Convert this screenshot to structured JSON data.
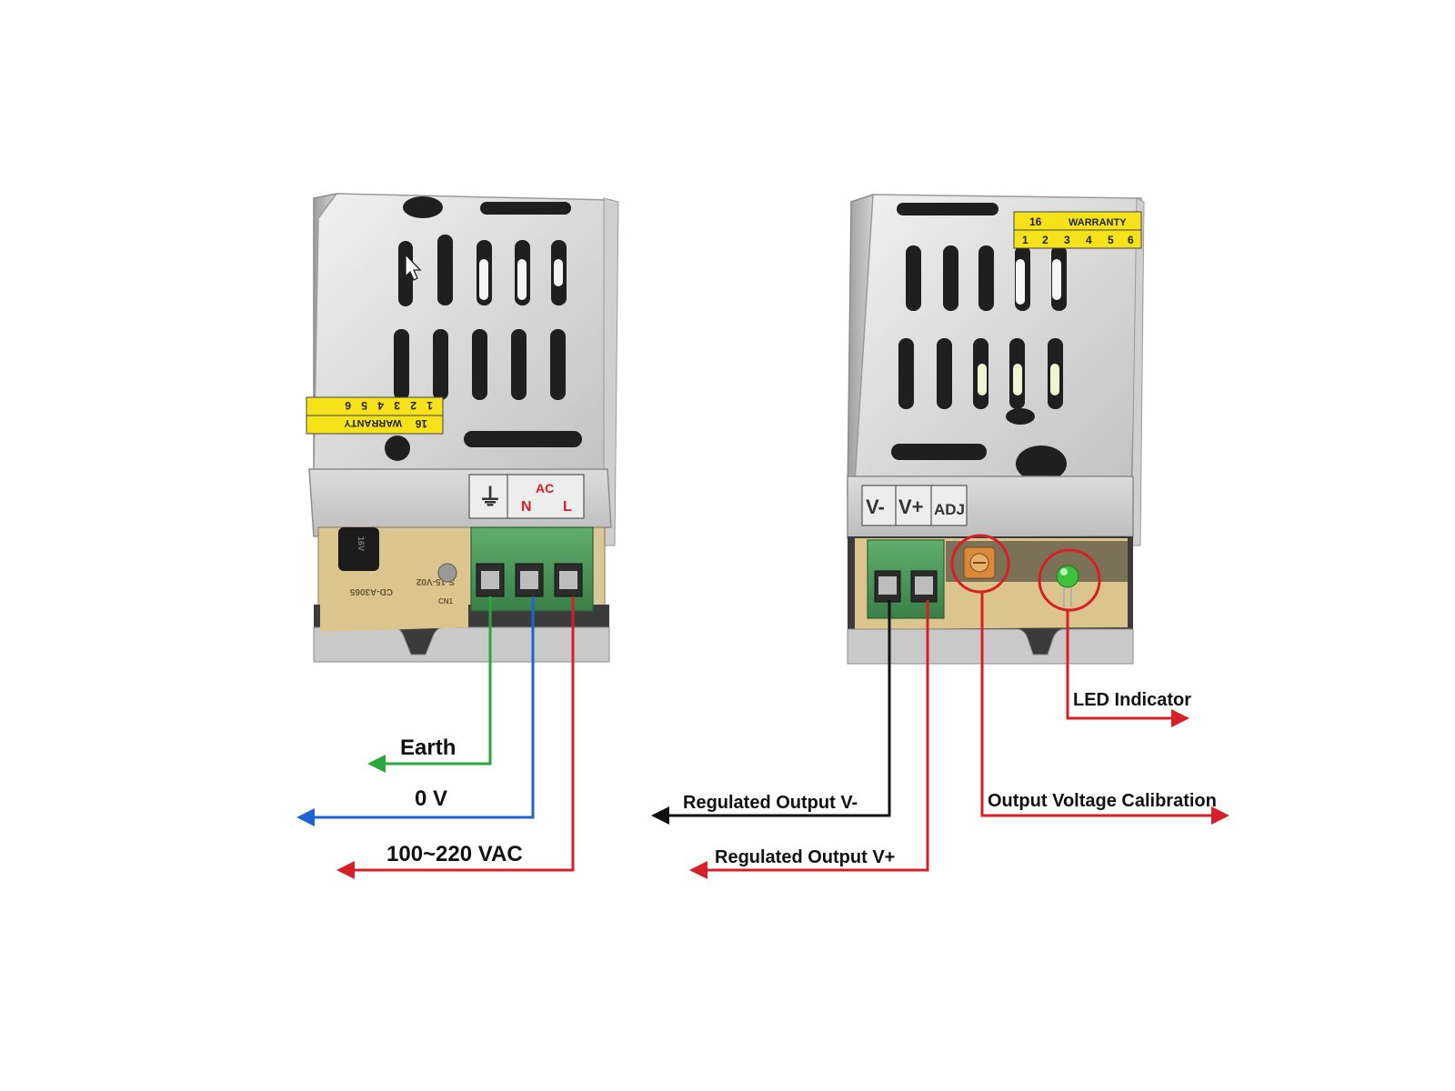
{
  "colors": {
    "earth": "#2aa63a",
    "neutral": "#1f63d6",
    "line": "#d61f26",
    "negative": "#111111",
    "positive": "#d61f26",
    "label_bg": "#f5e21a",
    "terminal": "#4b9a5a",
    "led": "#3ec23e"
  },
  "left_unit": {
    "warranty_sticker": {
      "days": "16",
      "text": "WARRANTY",
      "numbers": [
        "1",
        "2",
        "3",
        "4",
        "5",
        "6"
      ]
    },
    "terminal_plate": {
      "earth_symbol": "⏚",
      "ac": "AC",
      "n": "N",
      "l": "L"
    },
    "pcb_print": [
      "CD-A3065",
      "S-15-V02",
      "CN1"
    ],
    "capacitor_print": "16V"
  },
  "right_unit": {
    "warranty_sticker": {
      "days": "16",
      "text": "WARRANTY",
      "numbers": [
        "1",
        "2",
        "3",
        "4",
        "5",
        "6"
      ]
    },
    "terminal_plate": {
      "v_minus": "V-",
      "v_plus": "V+",
      "adj": "ADJ"
    }
  },
  "callouts": {
    "earth": "Earth",
    "zero_v": "0 V",
    "vac": "100~220 VAC",
    "out_minus": "Regulated Output V-",
    "out_plus": "Regulated Output V+",
    "led": "LED Indicator",
    "calibration": "Output Voltage Calibration"
  }
}
